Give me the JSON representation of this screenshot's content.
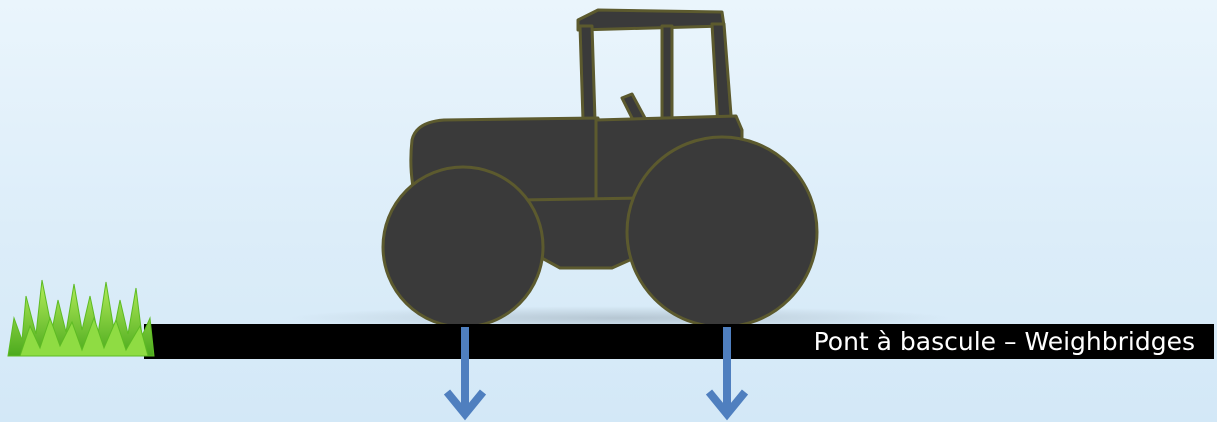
{
  "bridge": {
    "label": "Pont à bascule – Weighbridges"
  },
  "icons": {
    "vehicle": "tractor-silhouette",
    "ground": "grass-tuft",
    "force": "down-arrow"
  },
  "colors": {
    "sky_top": "#eaf5fc",
    "sky_bottom": "#d3e8f7",
    "tractor": "#3a3a3a",
    "tractor_outline": "#5c5a2e",
    "bridge": "#000000",
    "arrow": "#4f7fbf",
    "grass": "#7fd33a",
    "label_text": "#ffffff"
  }
}
